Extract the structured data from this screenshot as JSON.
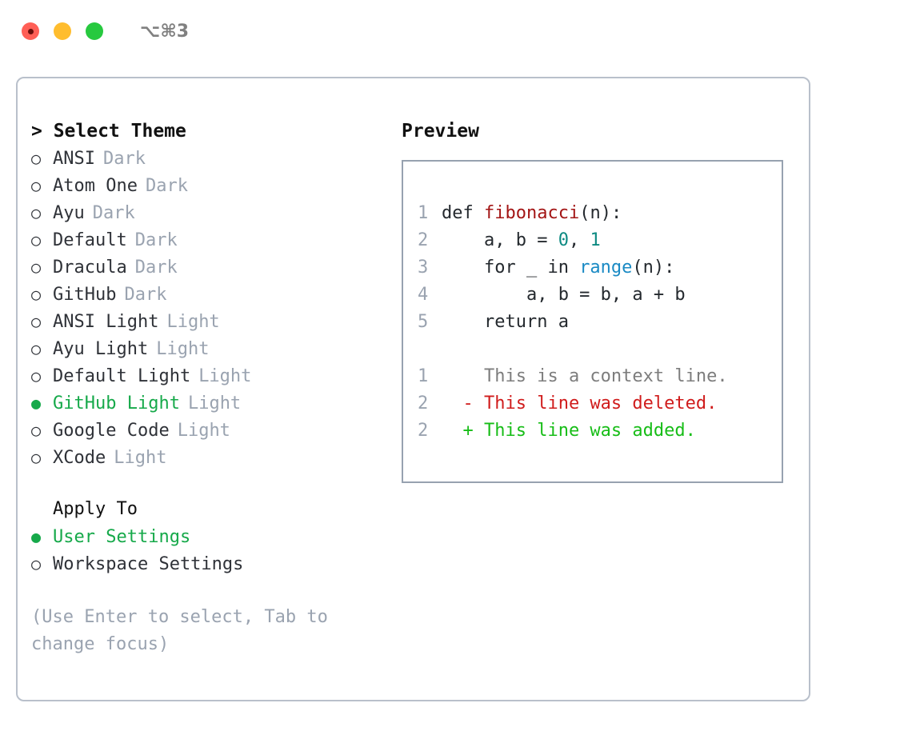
{
  "titlebar": {
    "shortcut": "⌥⌘3",
    "buttons": [
      "close",
      "minimize",
      "maximize"
    ],
    "colors": {
      "close": "#ff5f56",
      "minimize": "#ffbd2e",
      "maximize": "#27c93f",
      "shortcut_text": "#808080"
    }
  },
  "theme_picker": {
    "heading": "> Select Theme",
    "items": [
      {
        "bullet": "○",
        "label": "ANSI",
        "tag": "Dark",
        "selected": false
      },
      {
        "bullet": "○",
        "label": "Atom One",
        "tag": "Dark",
        "selected": false
      },
      {
        "bullet": "○",
        "label": "Ayu",
        "tag": "Dark",
        "selected": false
      },
      {
        "bullet": "○",
        "label": "Default",
        "tag": "Dark",
        "selected": false
      },
      {
        "bullet": "○",
        "label": "Dracula",
        "tag": "Dark",
        "selected": false
      },
      {
        "bullet": "○",
        "label": "GitHub",
        "tag": "Dark",
        "selected": false
      },
      {
        "bullet": "○",
        "label": "ANSI Light",
        "tag": "Light",
        "selected": false
      },
      {
        "bullet": "○",
        "label": "Ayu Light",
        "tag": "Light",
        "selected": false
      },
      {
        "bullet": "○",
        "label": "Default Light",
        "tag": "Light",
        "selected": false
      },
      {
        "bullet": "●",
        "label": "GitHub Light",
        "tag": "Light",
        "selected": true
      },
      {
        "bullet": "○",
        "label": "Google Code",
        "tag": "Light",
        "selected": false
      },
      {
        "bullet": "○",
        "label": "XCode",
        "tag": "Light",
        "selected": false
      }
    ],
    "selected_theme": "GitHub Light"
  },
  "apply_to": {
    "heading": "Apply To",
    "items": [
      {
        "bullet": "●",
        "label": "User Settings",
        "selected": true
      },
      {
        "bullet": "○",
        "label": "Workspace Settings",
        "selected": false
      }
    ],
    "selected_target": "User Settings"
  },
  "hint": "(Use Enter to select, Tab to change focus)",
  "preview": {
    "heading": "Preview",
    "code_lines": [
      {
        "number": "1",
        "tokens": [
          {
            "text": "def ",
            "type": "plain"
          },
          {
            "text": "fibonacci",
            "type": "function"
          },
          {
            "text": "(n):",
            "type": "plain"
          }
        ]
      },
      {
        "number": "2",
        "tokens": [
          {
            "text": "    a, b = ",
            "type": "plain"
          },
          {
            "text": "0",
            "type": "number"
          },
          {
            "text": ", ",
            "type": "plain"
          },
          {
            "text": "1",
            "type": "number"
          }
        ]
      },
      {
        "number": "3",
        "tokens": [
          {
            "text": "    for _ in ",
            "type": "plain"
          },
          {
            "text": "range",
            "type": "call"
          },
          {
            "text": "(n):",
            "type": "plain"
          }
        ]
      },
      {
        "number": "4",
        "tokens": [
          {
            "text": "        a, b = b, a + b",
            "type": "plain"
          }
        ]
      },
      {
        "number": "5",
        "tokens": [
          {
            "text": "    return a",
            "type": "plain"
          }
        ]
      }
    ],
    "diff_lines": [
      {
        "number": "1",
        "marker": "  ",
        "text": "This is a context line.",
        "kind": "context"
      },
      {
        "number": "2",
        "marker": "- ",
        "text": "This line was deleted.",
        "kind": "deleted"
      },
      {
        "number": "2",
        "marker": "+ ",
        "text": "This line was added.",
        "kind": "added"
      }
    ],
    "colors": {
      "function": "#a31515",
      "number": "#0d8a82",
      "call": "#1a8ac4",
      "plain": "#24292e",
      "gutter": "#9aa3b0",
      "context": "#7d7d7d",
      "deleted": "#d01c1c",
      "added": "#17bd17"
    }
  }
}
